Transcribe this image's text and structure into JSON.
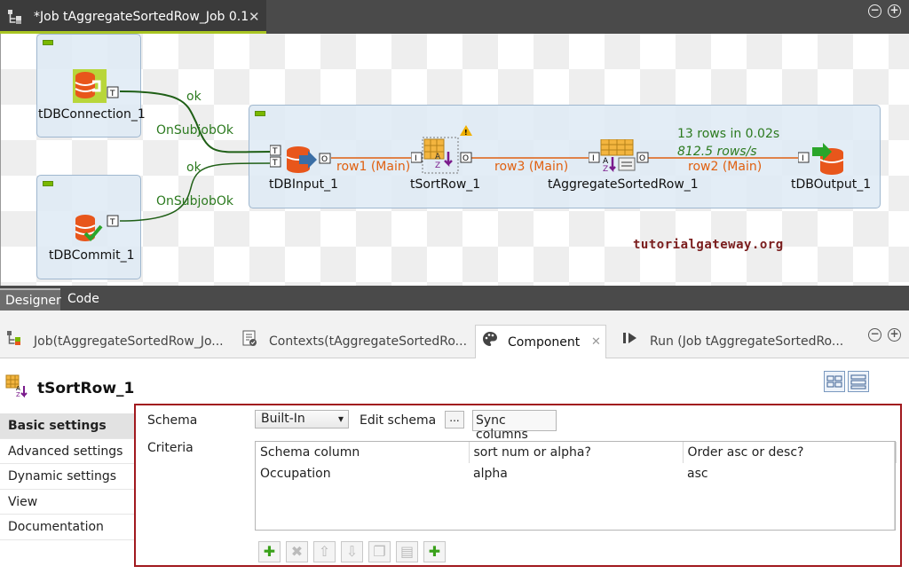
{
  "editor": {
    "tab_title": "*Job tAggregateSortedRow_Job 0.1",
    "close_glyph": "✕",
    "minimize_glyph": "−",
    "maximize_glyph": "+"
  },
  "canvas": {
    "components": {
      "db_connection": "tDBConnection_1",
      "db_commit": "tDBCommit_1",
      "db_input": "tDBInput_1",
      "sort_row": "tSortRow_1",
      "aggregate": "tAggregateSortedRow_1",
      "db_output": "tDBOutput_1"
    },
    "links": {
      "ok_1": "ok",
      "onsubjobok_1": "OnSubjobOk",
      "ok_2": "ok",
      "onsubjobok_2": "OnSubjobOk",
      "row1": "row1 (Main)",
      "row3": "row3 (Main)",
      "row2": "row2 (Main)",
      "stat_rows": "13 rows in 0.02s",
      "stat_rate": "812.5 rows/s"
    },
    "watermark": "tutorialgateway.org",
    "colors": {
      "ok_link": "#2c7a1f",
      "main_link": "#e06010",
      "accent": "#a9c523",
      "db_orange": "#e8561b"
    }
  },
  "bottom_tabs": {
    "designer": "Designer",
    "code": "Code"
  },
  "view_tabs": [
    {
      "label": "Job(tAggregateSortedRow_Jo...",
      "icon": "job-icon"
    },
    {
      "label": "Contexts(tAggregateSortedRo...",
      "icon": "contexts-icon"
    },
    {
      "label": "Component",
      "icon": "palette-icon"
    },
    {
      "label": "Run (Job tAggregateSortedRo...",
      "icon": "run-icon"
    }
  ],
  "component_view": {
    "title": "tSortRow_1",
    "side_nav": [
      "Basic settings",
      "Advanced settings",
      "Dynamic settings",
      "View",
      "Documentation"
    ],
    "schema_label": "Schema",
    "schema_value": "Built-In",
    "edit_schema_label": "Edit schema",
    "edit_schema_button": "...",
    "sync_columns": "Sync columns",
    "criteria_label": "Criteria",
    "criteria_columns": [
      "Schema column",
      "sort num or alpha?",
      "Order asc or desc?"
    ],
    "criteria_rows": [
      [
        "Occupation",
        "alpha",
        "asc"
      ]
    ],
    "toolbar": [
      "add-row",
      "remove-row",
      "move-up",
      "move-down",
      "copy",
      "paste",
      "add-all"
    ]
  }
}
